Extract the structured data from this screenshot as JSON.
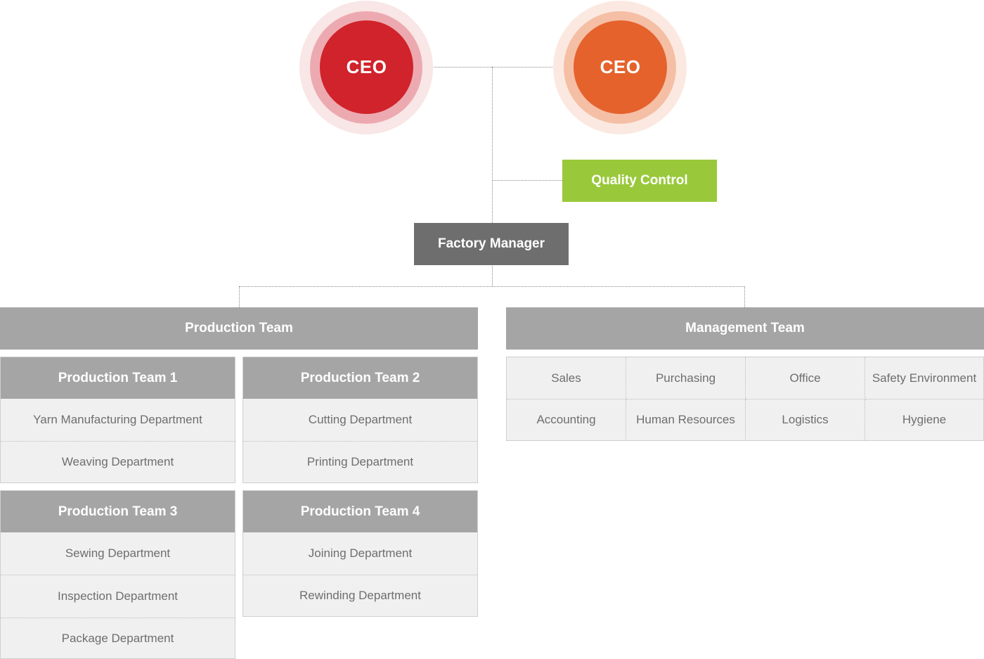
{
  "executives": [
    {
      "label": "CEO",
      "color": "#d0232b"
    },
    {
      "label": "CEO",
      "color": "#e5622d"
    }
  ],
  "quality_control": {
    "label": "Quality Control",
    "color": "#99c93b"
  },
  "factory_manager": {
    "label": "Factory Manager",
    "color": "#6e6e6e"
  },
  "production_team": {
    "label": "Production Team",
    "sub_teams": [
      {
        "label": "Production Team 1",
        "departments": [
          "Yarn Manufacturing Department",
          "Weaving Department"
        ]
      },
      {
        "label": "Production Team 2",
        "departments": [
          "Cutting Department",
          "Printing Department"
        ]
      },
      {
        "label": "Production Team 3",
        "departments": [
          "Sewing Department",
          "Inspection Department",
          "Package Department"
        ]
      },
      {
        "label": "Production Team 4",
        "departments": [
          "Joining Department",
          "Rewinding Department"
        ]
      }
    ]
  },
  "management_team": {
    "label": "Management Team",
    "departments": [
      "Sales",
      "Purchasing",
      "Office",
      "Safety Environment",
      "Accounting",
      "Human Resources",
      "Logistics",
      "Hygiene"
    ]
  },
  "colors": {
    "team_header": "#a5a5a5",
    "cell_background": "#f0f0f0",
    "cell_text": "#6e6e6e"
  }
}
